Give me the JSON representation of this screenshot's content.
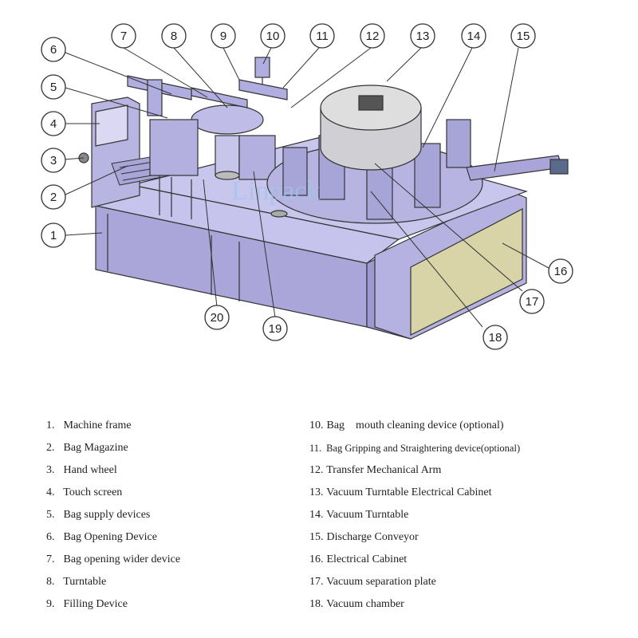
{
  "watermark": "Linpack",
  "callouts": [
    "1",
    "2",
    "3",
    "4",
    "5",
    "6",
    "7",
    "8",
    "9",
    "10",
    "11",
    "12",
    "13",
    "14",
    "15",
    "16",
    "17",
    "18",
    "19",
    "20"
  ],
  "legend_left": [
    {
      "num": "1.",
      "label": "Machine frame"
    },
    {
      "num": "2.",
      "label": "Bag Magazine"
    },
    {
      "num": "3.",
      "label": "Hand wheel"
    },
    {
      "num": "4.",
      "label": "Touch screen"
    },
    {
      "num": "5.",
      "label": "Bag supply devices"
    },
    {
      "num": "6.",
      "label": "Bag Opening Device"
    },
    {
      "num": "7.",
      "label": "Bag opening wider device"
    },
    {
      "num": "8.",
      "label": "Turntable"
    },
    {
      "num": "9.",
      "label": "Filling Device"
    }
  ],
  "legend_right": [
    {
      "num": "10.",
      "label": "Bag    mouth cleaning device (optional)"
    },
    {
      "num": "11.",
      "label": "Bag Gripping and Straightering device(optional)"
    },
    {
      "num": "12.",
      "label": "Transfer Mechanical Arm"
    },
    {
      "num": "13.",
      "label": "Vacuum Turntable Electrical Cabinet"
    },
    {
      "num": "14.",
      "label": "Vacuum Turntable"
    },
    {
      "num": "15.",
      "label": "Discharge Conveyor"
    },
    {
      "num": "16.",
      "label": "Electrical Cabinet"
    },
    {
      "num": "17.",
      "label": "Vacuum separation plate"
    },
    {
      "num": "18.",
      "label": "Vacuum chamber"
    }
  ],
  "colors": {
    "machine_fill": "#b9b6e4",
    "machine_dark": "#8f8cc4",
    "cabinet_panel": "#d8d4a8",
    "outline": "#333333",
    "drum": "#cfcfd4"
  }
}
